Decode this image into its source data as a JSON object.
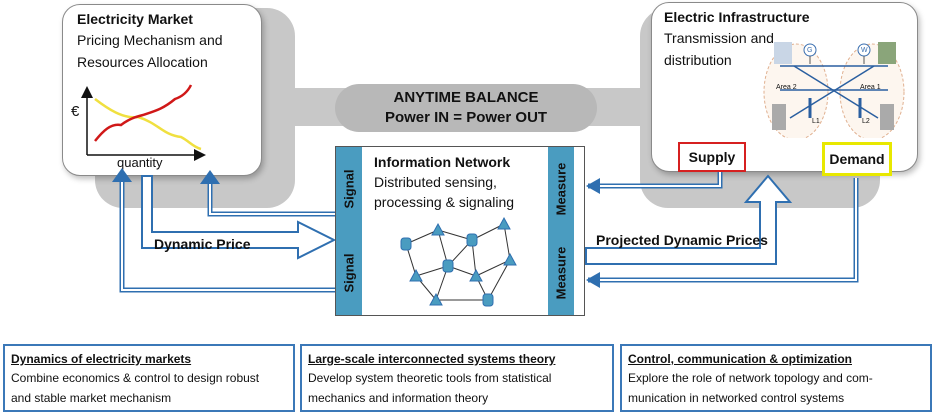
{
  "balance": {
    "line1": "ANYTIME BALANCE",
    "line2": "Power IN = Power OUT"
  },
  "market": {
    "title": "Electricity Market",
    "line1": "Pricing Mechanism and",
    "line2": "Resources Allocation",
    "y_unit": "€",
    "x_label": "quantity"
  },
  "infra": {
    "title": "Electric Infrastructure",
    "line1": "Transmission and",
    "line2": "distribution",
    "area2": "Area\n2",
    "area1": "Area\n1",
    "area2_label": "Area 2",
    "area1_label": "Area 1",
    "gen_g": "G",
    "gen_w": "W",
    "load1": "L1",
    "load2": "L2"
  },
  "supply": "Supply",
  "demand": "Demand",
  "network": {
    "title": "Information Network",
    "line1": "Distributed sensing,",
    "line2": "processing & signaling"
  },
  "bars": {
    "signal_top": "Signal",
    "signal_bottom": "Signal",
    "measure_top": "Measure",
    "measure_bottom": "Measure"
  },
  "arrows": {
    "dynamic_price": "Dynamic Price",
    "projected": "Projected Dynamic Prices"
  },
  "boxes": [
    {
      "heading": "Dynamics of electricity markets",
      "line1": "Combine economics & control to design robust",
      "line2": "and stable market mechanism"
    },
    {
      "heading": "Large-scale interconnected systems theory",
      "line1": "Develop system theoretic tools from statistical",
      "line2": "mechanics and information theory"
    },
    {
      "heading": "Control, communication & optimization",
      "line1": "Explore the role of network topology and com-",
      "line2": "munication in networked control systems"
    }
  ],
  "colors": {
    "accent_blue": "#2f6fb0",
    "bar_blue": "#4a9cc0",
    "supply_border": "#d62020",
    "demand_border": "#e8e800",
    "curve_red": "#d01818",
    "curve_yellow": "#f0e040"
  }
}
